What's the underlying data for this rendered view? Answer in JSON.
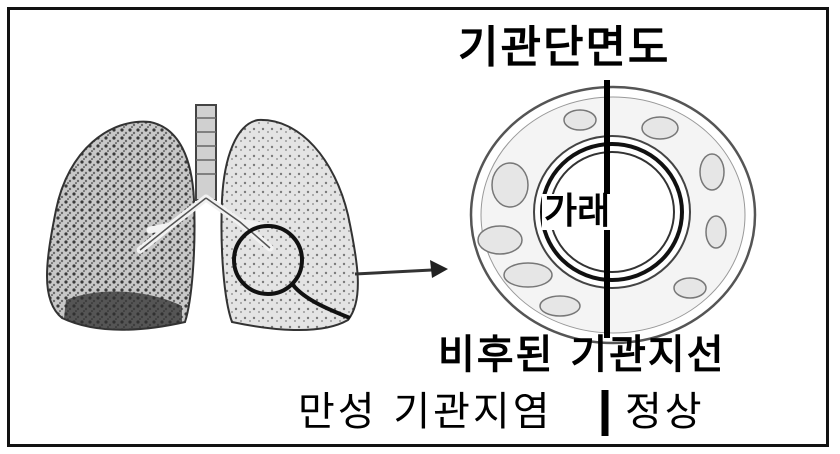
{
  "labels": {
    "title": "기관단면도",
    "mucus": "가래",
    "hypertrophied_gland": "비후된 기관지선",
    "chronic_bronchitis": "만성 기관지염",
    "normal": "정상"
  },
  "colors": {
    "line": "#000000",
    "lung_fill": "#bdbdbd",
    "lung_dark": "#4a4a4a",
    "background": "#ffffff"
  }
}
